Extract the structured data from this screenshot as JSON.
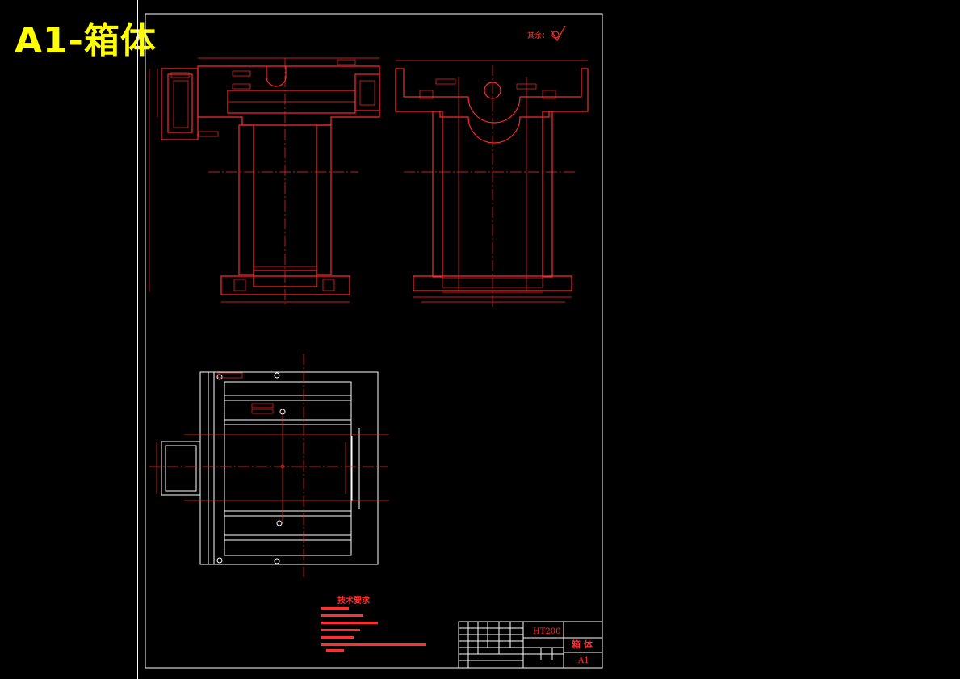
{
  "heading": {
    "title": "A1-箱体"
  },
  "drawing": {
    "roughness_label": "其余：",
    "tech_req_title": "技术要求",
    "material": "HT200",
    "part_name": "箱  体",
    "sheet_size": "A1"
  }
}
